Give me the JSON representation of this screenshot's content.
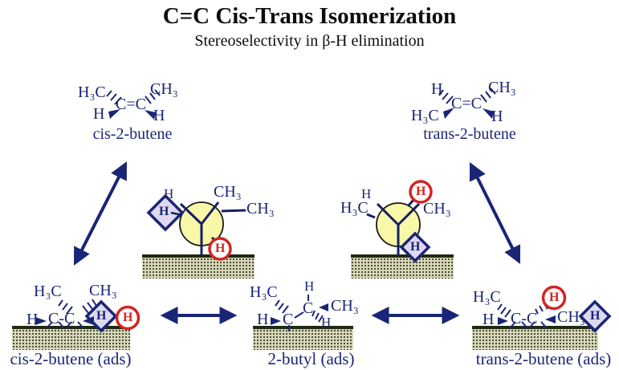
{
  "title": "C=C Cis-Trans Isomerization",
  "subtitle": "Stereoselectivity in β-H elimination",
  "atoms": {
    "h3c": "H₃C",
    "ch3": "CH₃",
    "h": "H",
    "c": "C",
    "cc_double": "C=C",
    "cc_single": "C-C"
  },
  "species": {
    "cis_gas": "cis-2-butene",
    "trans_gas": "trans-2-butene",
    "cis_ads": "cis-2-butene (ads)",
    "butyl_ads": "2-butyl (ads)",
    "trans_ads": "trans-2-butene (ads)"
  },
  "colors": {
    "structure_navy": "#1b2575",
    "highlight_red": "#d42424",
    "newman_yellow": "#f8f8a8",
    "diamond_fill": "#ded9f0",
    "surface_tan": "#d9d9ba",
    "surface_line": "#1e2a10",
    "title_black": "#0d0d0d"
  }
}
